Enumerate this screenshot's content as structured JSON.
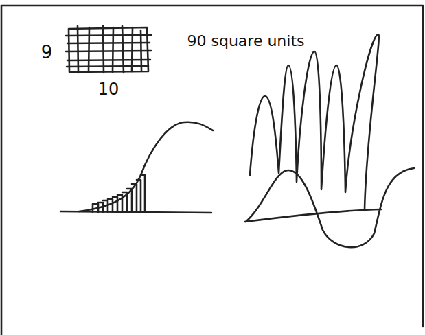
{
  "diagram": {
    "labels": [
      "9",
      "10",
      "90 square units"
    ]
  }
}
